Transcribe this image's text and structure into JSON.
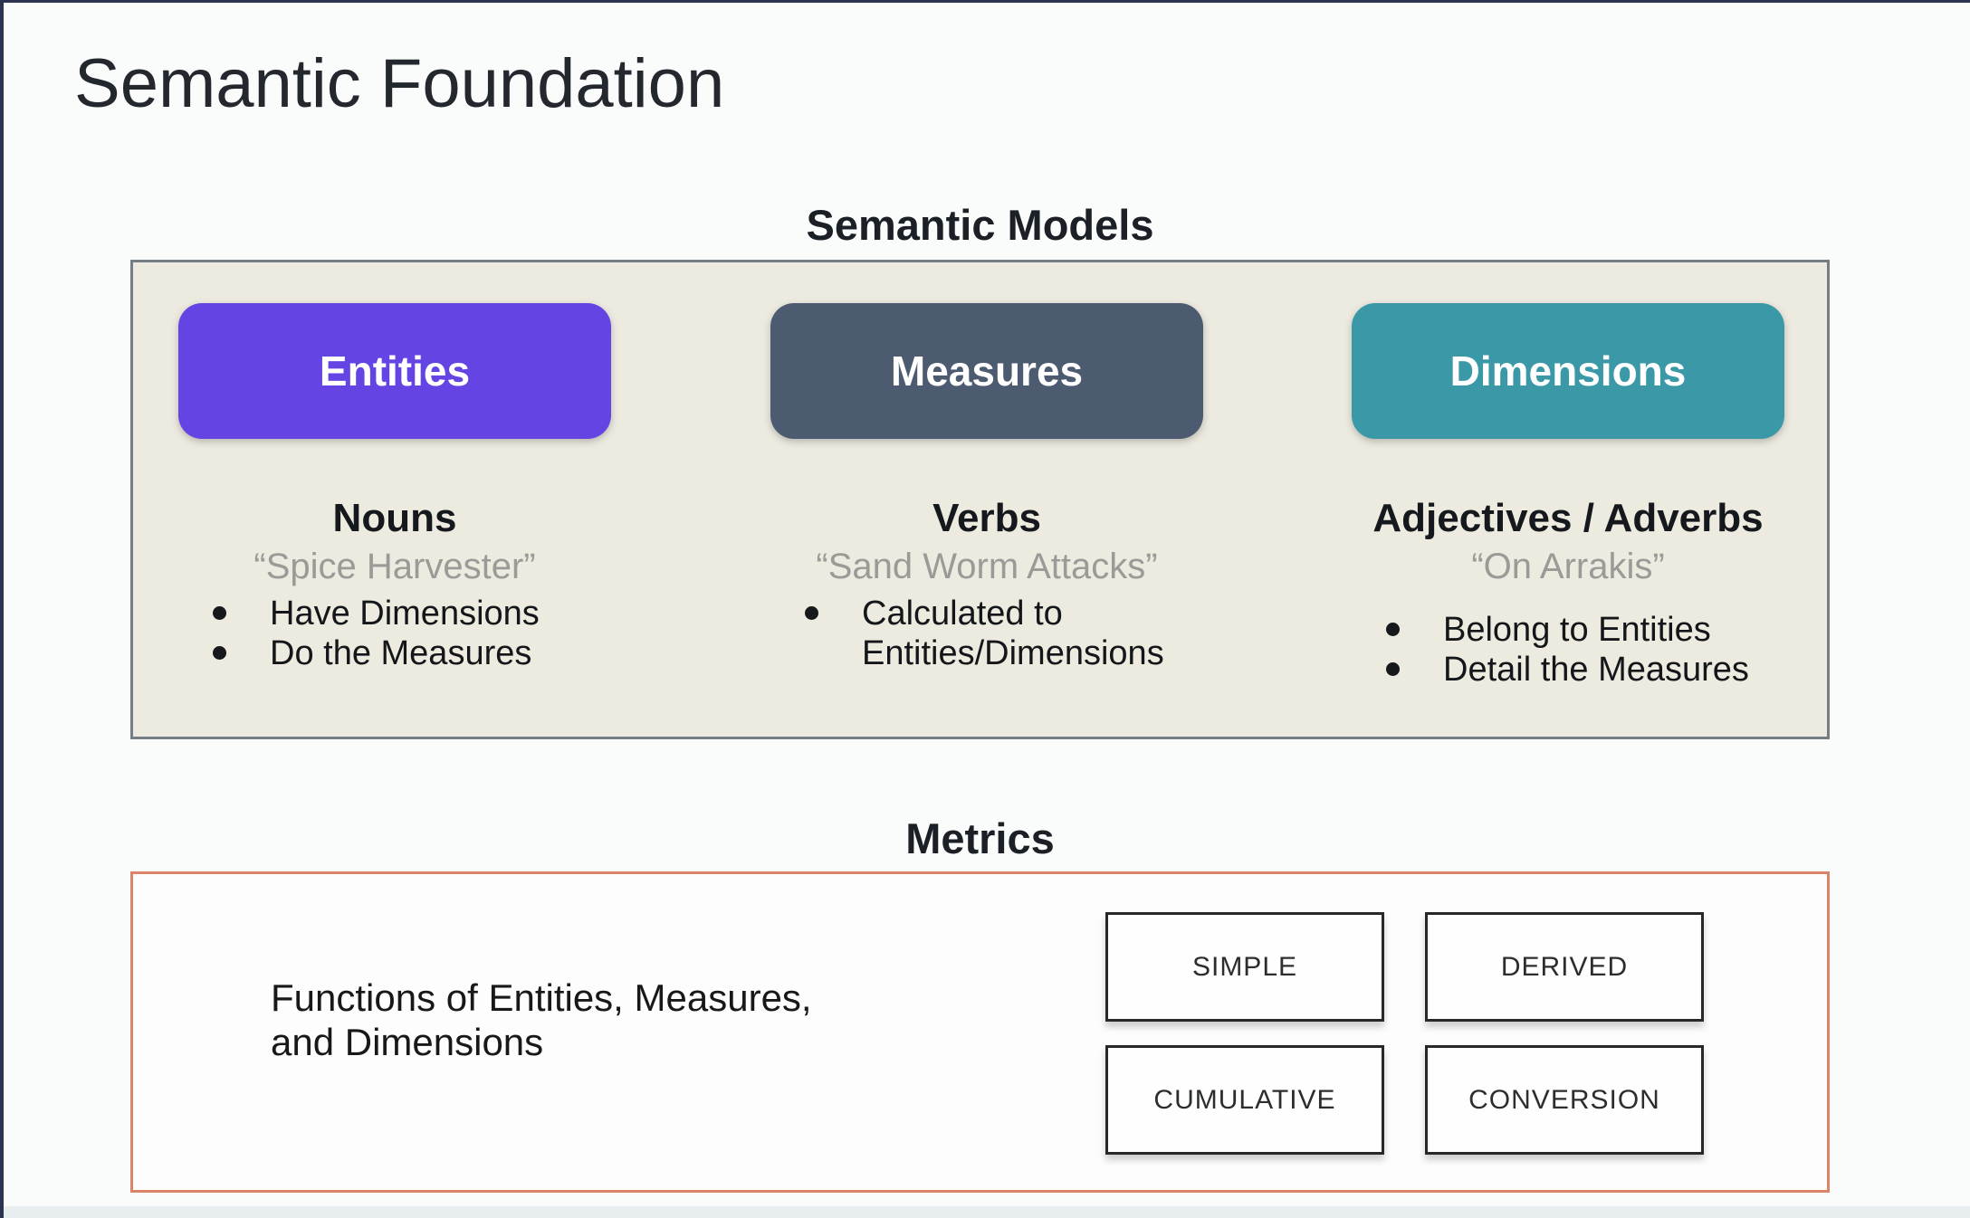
{
  "slide": {
    "title": "Semantic Foundation"
  },
  "semantic_models": {
    "heading": "Semantic Models",
    "panel_background": "#edebe0",
    "columns": [
      {
        "pill": "Entities",
        "pill_color": "#6444e3",
        "word_type": "Nouns",
        "quote": "“Spice Harvester”",
        "bullets": [
          "Have Dimensions",
          "Do the Measures"
        ]
      },
      {
        "pill": "Measures",
        "pill_color": "#4d5b70",
        "word_type": "Verbs",
        "quote": "“Sand Worm Attacks”",
        "bullets": [
          "Calculated to Entities/Dimensions"
        ]
      },
      {
        "pill": "Dimensions",
        "pill_color": "#3b98a7",
        "word_type": "Adjectives / Adverbs",
        "quote": "“On Arrakis”",
        "bullets": [
          "Belong to Entities",
          "Detail the Measures"
        ]
      }
    ]
  },
  "metrics": {
    "heading": "Metrics",
    "border_color": "#da8568",
    "description_line1": "Functions of Entities, Measures,",
    "description_line2": "and Dimensions",
    "types": [
      "SIMPLE",
      "DERIVED",
      "CUMULATIVE",
      "CONVERSION"
    ]
  }
}
